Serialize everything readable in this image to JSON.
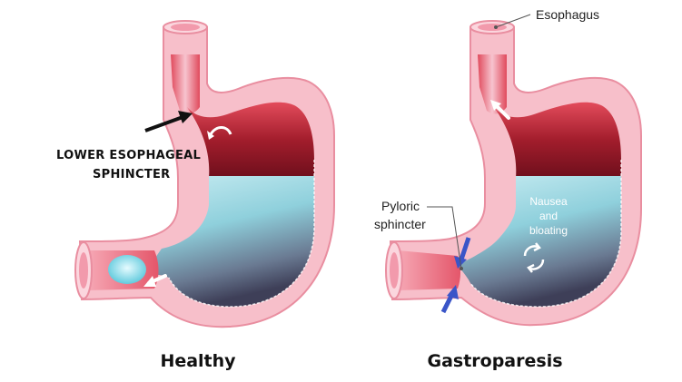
{
  "labels": {
    "les_line1": "LOWER ESOPHAGEAL",
    "les_line2": "SPHINCTER",
    "esophagus": "Esophagus",
    "pyloric_line1": "Pyloric",
    "pyloric_line2": "sphincter",
    "symptom_line1": "Nausea",
    "symptom_line2": "and",
    "symptom_line3": "bloating"
  },
  "captions": {
    "healthy": "Healthy",
    "gastroparesis": "Gastroparesis"
  },
  "colors": {
    "wall": "#f7bfca",
    "wall_outline": "#e98ea0",
    "cavity_red": "#9b1c2b",
    "cavity_mid": "#d23a4a",
    "fluid_top": "#bfe7ef",
    "fluid_bottom": "#4a4f66",
    "pylorus_arrow": "#3a55c8",
    "les_arrow": "#111111"
  },
  "icons": [
    "backflow-arrow-icon",
    "churning-icon",
    "pyloric-compression-arrow-icon"
  ]
}
